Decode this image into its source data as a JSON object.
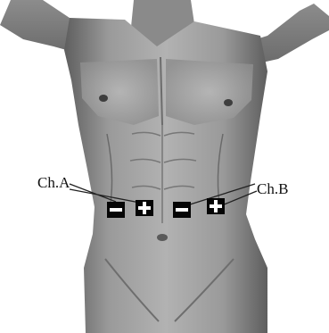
{
  "figure": {
    "subject": "torso-with-abdominal-electrodes",
    "colors": {
      "background": "#ffffff",
      "skin_light": "#a9a9a9",
      "skin_mid": "#8a8a8a",
      "skin_dark": "#5a5a5a",
      "pad": "#050505",
      "label": "#111111"
    }
  },
  "channels": [
    {
      "label": "Ch.A",
      "electrodes": [
        {
          "polarity": "−",
          "sign": "minus"
        },
        {
          "polarity": "+",
          "sign": "plus"
        }
      ]
    },
    {
      "label": "Ch.B",
      "electrodes": [
        {
          "polarity": "−",
          "sign": "minus"
        },
        {
          "polarity": "+",
          "sign": "plus"
        }
      ]
    }
  ]
}
